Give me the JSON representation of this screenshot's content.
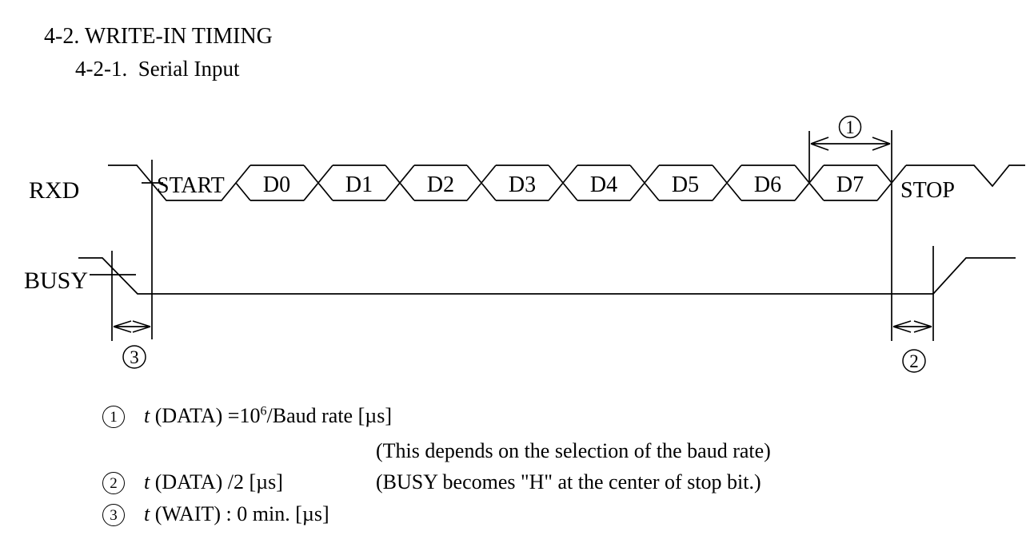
{
  "header": {
    "title": "4-2. WRITE-IN TIMING",
    "subtitle": "4-2-1.  Serial Input"
  },
  "diagram": {
    "rxd_label": "RXD",
    "busy_label": "BUSY",
    "bits": [
      "START",
      "D0",
      "D1",
      "D2",
      "D3",
      "D4",
      "D5",
      "D6",
      "D7",
      "STOP"
    ],
    "markers": [
      "1",
      "2",
      "3"
    ]
  },
  "notes": {
    "n1": {
      "num": "1",
      "var": "t",
      "pre": " (DATA) =10",
      "sup": "6",
      "post": "/Baud rate [µs]"
    },
    "n1_comment": "(This depends on the selection of the baud rate)",
    "n2": {
      "num": "2",
      "var": "t",
      "body": " (DATA) /2 [µs]",
      "comment": "(BUSY becomes \"H\" at the center of stop bit.)"
    },
    "n3": {
      "num": "3",
      "var": "t",
      "body": " (WAIT) : 0 min. [µs]"
    }
  },
  "colors": {
    "ink": "#000000",
    "background": "#ffffff"
  }
}
